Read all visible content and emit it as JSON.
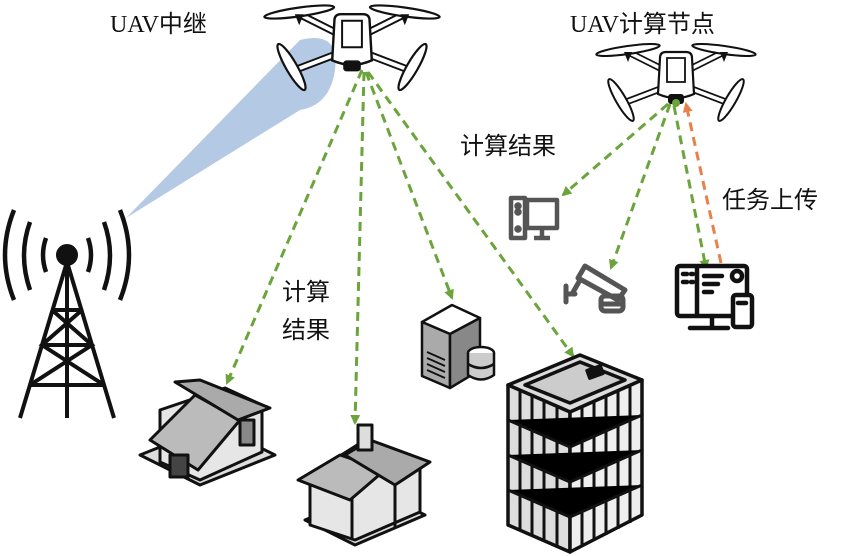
{
  "labels": {
    "uav_relay": "UAV中继",
    "uav_compute": "UAV计算节点",
    "result_right": "计算结果",
    "result_left_line1": "计算",
    "result_left_line2": "结果",
    "task_upload": "任务上传"
  },
  "nodes": [
    {
      "id": "uav-relay",
      "kind": "drone",
      "label_ref": "uav_relay"
    },
    {
      "id": "uav-compute",
      "kind": "drone",
      "label_ref": "uav_compute"
    },
    {
      "id": "base-station",
      "kind": "cell-tower"
    },
    {
      "id": "house-1",
      "kind": "house"
    },
    {
      "id": "house-2",
      "kind": "house"
    },
    {
      "id": "server",
      "kind": "server-with-database"
    },
    {
      "id": "office-building",
      "kind": "building"
    },
    {
      "id": "desktop-pc",
      "kind": "computer"
    },
    {
      "id": "security-camera",
      "kind": "camera"
    },
    {
      "id": "multi-device",
      "kind": "monitor-and-phone"
    }
  ],
  "edges": [
    {
      "from": "uav-relay",
      "to": "base-station",
      "style": "beam",
      "color": "#b4c9e3"
    },
    {
      "from": "uav-relay",
      "to": "house-1",
      "style": "dashed-arrow",
      "color": "#6aa43a"
    },
    {
      "from": "uav-relay",
      "to": "house-2",
      "style": "dashed-arrow",
      "color": "#6aa43a"
    },
    {
      "from": "uav-relay",
      "to": "server",
      "style": "dashed-arrow",
      "color": "#6aa43a"
    },
    {
      "from": "uav-relay",
      "to": "office-building",
      "style": "dashed-arrow",
      "color": "#6aa43a"
    },
    {
      "from": "uav-compute",
      "to": "desktop-pc",
      "style": "dashed-arrow",
      "color": "#6aa43a"
    },
    {
      "from": "uav-compute",
      "to": "security-camera",
      "style": "dashed-arrow",
      "color": "#6aa43a"
    },
    {
      "from": "uav-compute",
      "to": "multi-device",
      "style": "dashed-arrow",
      "color": "#6aa43a"
    },
    {
      "from": "multi-device",
      "to": "uav-compute",
      "style": "dashed-arrow",
      "color": "#e8804a"
    }
  ]
}
